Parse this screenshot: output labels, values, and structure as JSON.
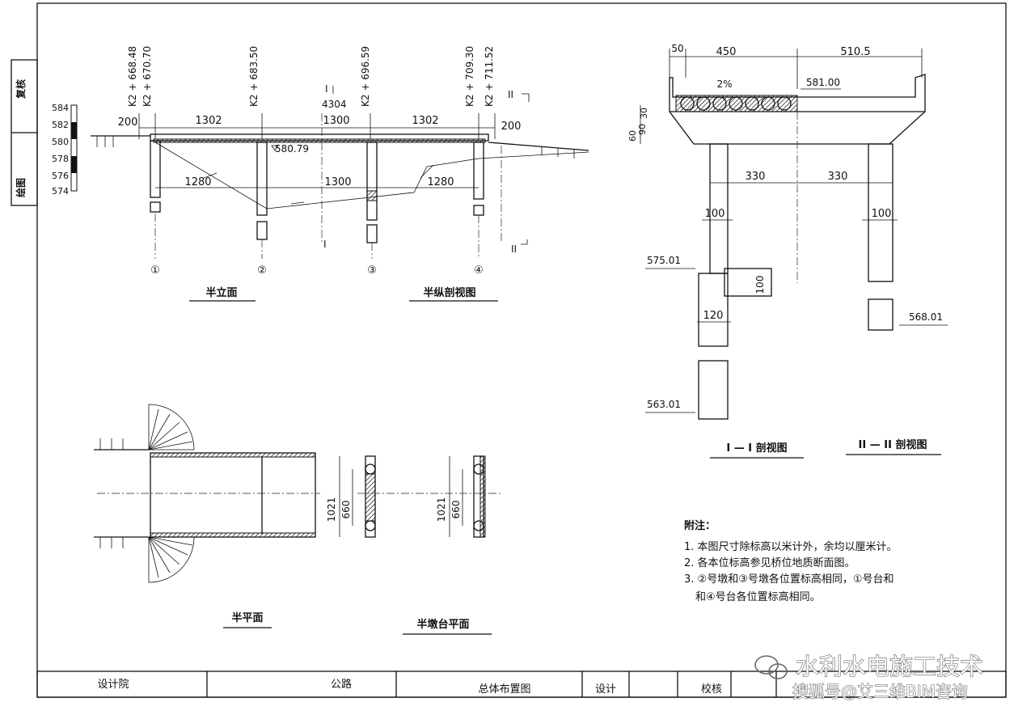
{
  "side_strip": {
    "top": "复核",
    "bottom": "绘图"
  },
  "elevation_scale": {
    "ticks": [
      "584",
      "582",
      "580",
      "578",
      "576",
      "574"
    ]
  },
  "stations": [
    "K2 + 668.48",
    "K2 + 670.70",
    "K2 + 683.50",
    "K2 + 696.59",
    "K2 + 709.30",
    "K2 + 711.52"
  ],
  "half_elevation": {
    "dims_top": [
      "200",
      "1302",
      "1300",
      "1302",
      "200"
    ],
    "dims_bottom": [
      "1280",
      "1300",
      "1280"
    ],
    "elev_label": "580.79",
    "section_mark_1": "4304",
    "section_label_I": "I",
    "section_label_II": "II",
    "pier_numbers": [
      "①",
      "②",
      "③",
      "④"
    ],
    "title_left": "半立面",
    "title_right": "半纵剖视图"
  },
  "cross_section": {
    "dims_top": [
      "50",
      "450",
      "510.5"
    ],
    "slope": "2%",
    "deck_elev": "581.00",
    "left_dims": [
      "30",
      "60",
      "90"
    ],
    "cap_dims": [
      "330",
      "330"
    ],
    "col_dims": [
      "100",
      "100",
      "120",
      "100"
    ],
    "elevs": [
      "575.01",
      "568.01",
      "563.01"
    ],
    "title_I": "I — I 剖视图",
    "title_II": "II — II 剖视图"
  },
  "plan": {
    "dims": [
      "1021",
      "660",
      "1021",
      "660"
    ],
    "title_left": "半平面",
    "title_right": "半墩台平面"
  },
  "notes": {
    "title": "附注：",
    "items": [
      "1. 本图尺寸除标高以米计外，余均以厘米计。",
      "2. 各本位标高参见桥位地质断面图。",
      "3. ②号墩和③号墩各位置标高相同，①号台和",
      "和④号台各位置标高相同。"
    ]
  },
  "title_block": {
    "cells": [
      "设计院",
      "公路",
      "总体布置图",
      "设计",
      "校核"
    ]
  },
  "watermark": {
    "line1": "水利水电施工技术",
    "line2": "搜狐号@艾三维BIM咨询"
  },
  "colors": {
    "ink": "#111111",
    "paper": "#ffffff",
    "watermark": "#ffffff"
  }
}
